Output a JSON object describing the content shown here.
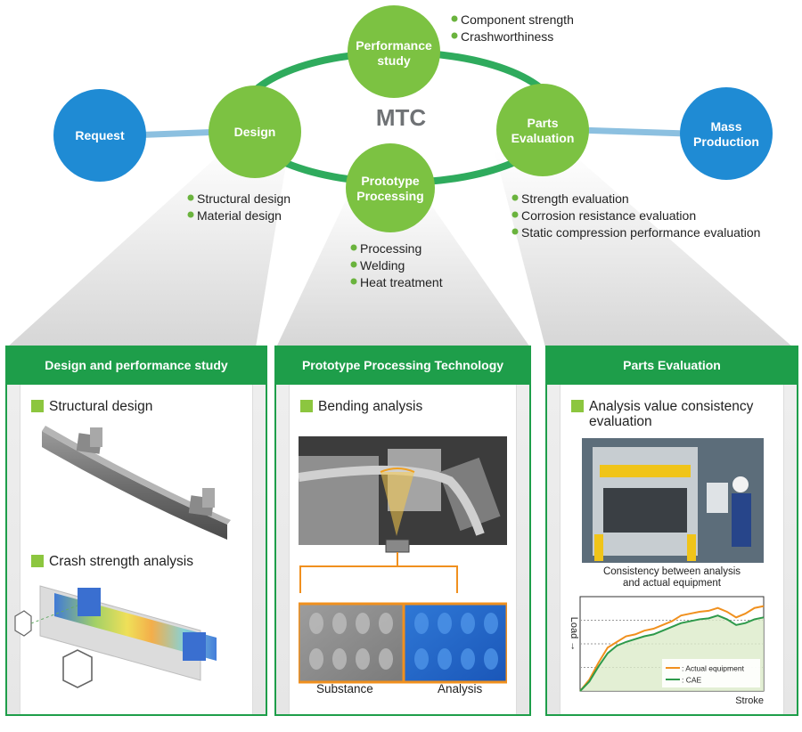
{
  "center_label": "MTC",
  "nodes": {
    "request": "Request",
    "design": "Design",
    "performance": [
      "Performance",
      "study"
    ],
    "prototype": [
      "Prototype",
      "Processing"
    ],
    "parts": [
      "Parts",
      "Evaluation"
    ],
    "mass": [
      "Mass",
      "Production"
    ]
  },
  "performance_bullets": [
    "Component strength",
    "Crashworthiness"
  ],
  "design_bullets": [
    "Structural design",
    "Material design"
  ],
  "prototype_bullets": [
    "Processing",
    "Welding",
    "Heat treatment"
  ],
  "parts_bullets": [
    "Strength evaluation",
    "Corrosion resistance evaluation",
    "Static compression performance evaluation"
  ],
  "panels": {
    "design": {
      "header": "Design and performance study",
      "section1": "Structural design",
      "section2": "Crash strength analysis"
    },
    "prototype": {
      "header": "Prototype Processing Technology",
      "section1": "Bending analysis",
      "caption_left": "Substance",
      "caption_right": "Analysis"
    },
    "parts": {
      "header": "Parts Evaluation",
      "section1_line1": "Analysis value consistency",
      "section1_line2": "evaluation",
      "chart_title_line1": "Consistency between analysis",
      "chart_title_line2": "and actual equipment"
    }
  },
  "colors": {
    "green_circle": "#7cc242",
    "blue_circle": "#1f8bd4",
    "ring": "#2fab5d",
    "panel_green": "#1e9e4a",
    "bullet": "#6ab33d"
  },
  "chart_data": {
    "type": "line",
    "title": "Consistency between analysis and actual equipment",
    "xlabel": "Stroke",
    "ylabel": "Load →",
    "x": [
      0,
      1,
      2,
      3,
      4,
      5,
      6,
      7,
      8,
      9,
      10,
      11,
      12,
      13,
      14,
      15,
      16,
      17,
      18,
      19,
      20
    ],
    "series": [
      {
        "name": ": Actual equipment",
        "color": "#f0901e",
        "values": [
          0,
          12,
          30,
          46,
          52,
          58,
          60,
          64,
          66,
          70,
          74,
          80,
          82,
          84,
          85,
          88,
          84,
          78,
          82,
          88,
          90
        ]
      },
      {
        "name": ": CAE",
        "color": "#2d9a4a",
        "values": [
          0,
          10,
          26,
          40,
          48,
          52,
          55,
          58,
          60,
          64,
          68,
          72,
          74,
          76,
          77,
          80,
          76,
          70,
          72,
          76,
          78
        ]
      }
    ],
    "ylim": [
      0,
      100
    ],
    "legend": "bottom-right",
    "grid": true
  }
}
